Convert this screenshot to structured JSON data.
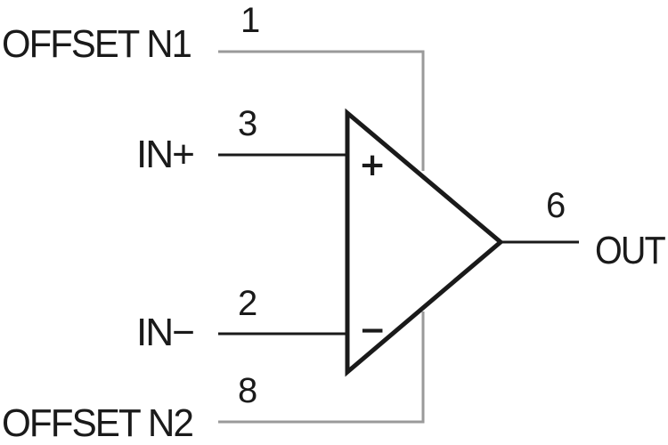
{
  "component": "operational-amplifier",
  "colors": {
    "stroke": "#1a1a1a",
    "offset_line": "#9a9a9a",
    "background": "#ffffff"
  },
  "pins": {
    "offset_n1": {
      "name": "OFFSET N1",
      "number": "1"
    },
    "in_plus": {
      "name": "IN+",
      "number": "3"
    },
    "in_minus": {
      "name": "IN−",
      "number": "2"
    },
    "offset_n2": {
      "name": "OFFSET N2",
      "number": "8"
    },
    "out": {
      "name": "OUT",
      "number": "6"
    }
  },
  "signs": {
    "plus": "+",
    "minus": "−"
  }
}
